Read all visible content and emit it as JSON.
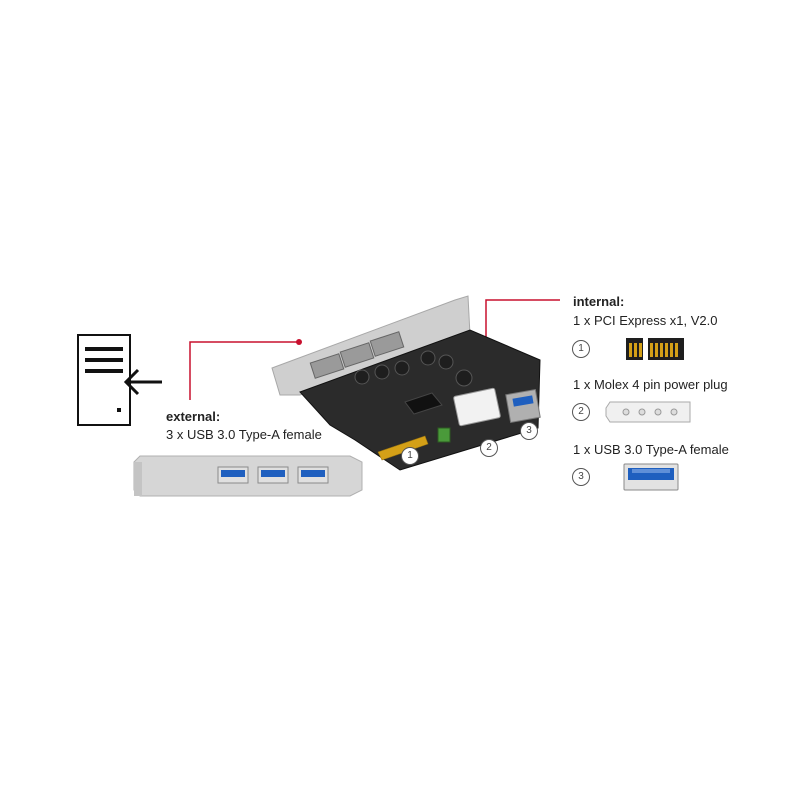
{
  "external": {
    "heading": "external:",
    "line1": "3 x USB 3.0 Type-A female"
  },
  "internal": {
    "heading": "internal:",
    "line1": "1 x PCI Express x1, V2.0",
    "line2": "1 x Molex 4 pin power plug",
    "line3": "1 x USB 3.0 Type-A female"
  },
  "markers": {
    "one": "1",
    "two": "2",
    "three": "3"
  },
  "colors": {
    "leader_line": "#c8102e",
    "usb_blue": "#1f5fbf",
    "pcb": "#2a2a2a",
    "bracket": "#c9c9c9",
    "gold": "#d4a017",
    "molex": "#f2f2f2",
    "capacitor": "#1e1e1e"
  },
  "icons": {
    "computer": "computer-case-icon",
    "arrow": "insert-arrow-icon",
    "pcie": "pcie-connector-icon",
    "molex": "molex-plug-icon",
    "usb": "usb-a-port-icon"
  }
}
